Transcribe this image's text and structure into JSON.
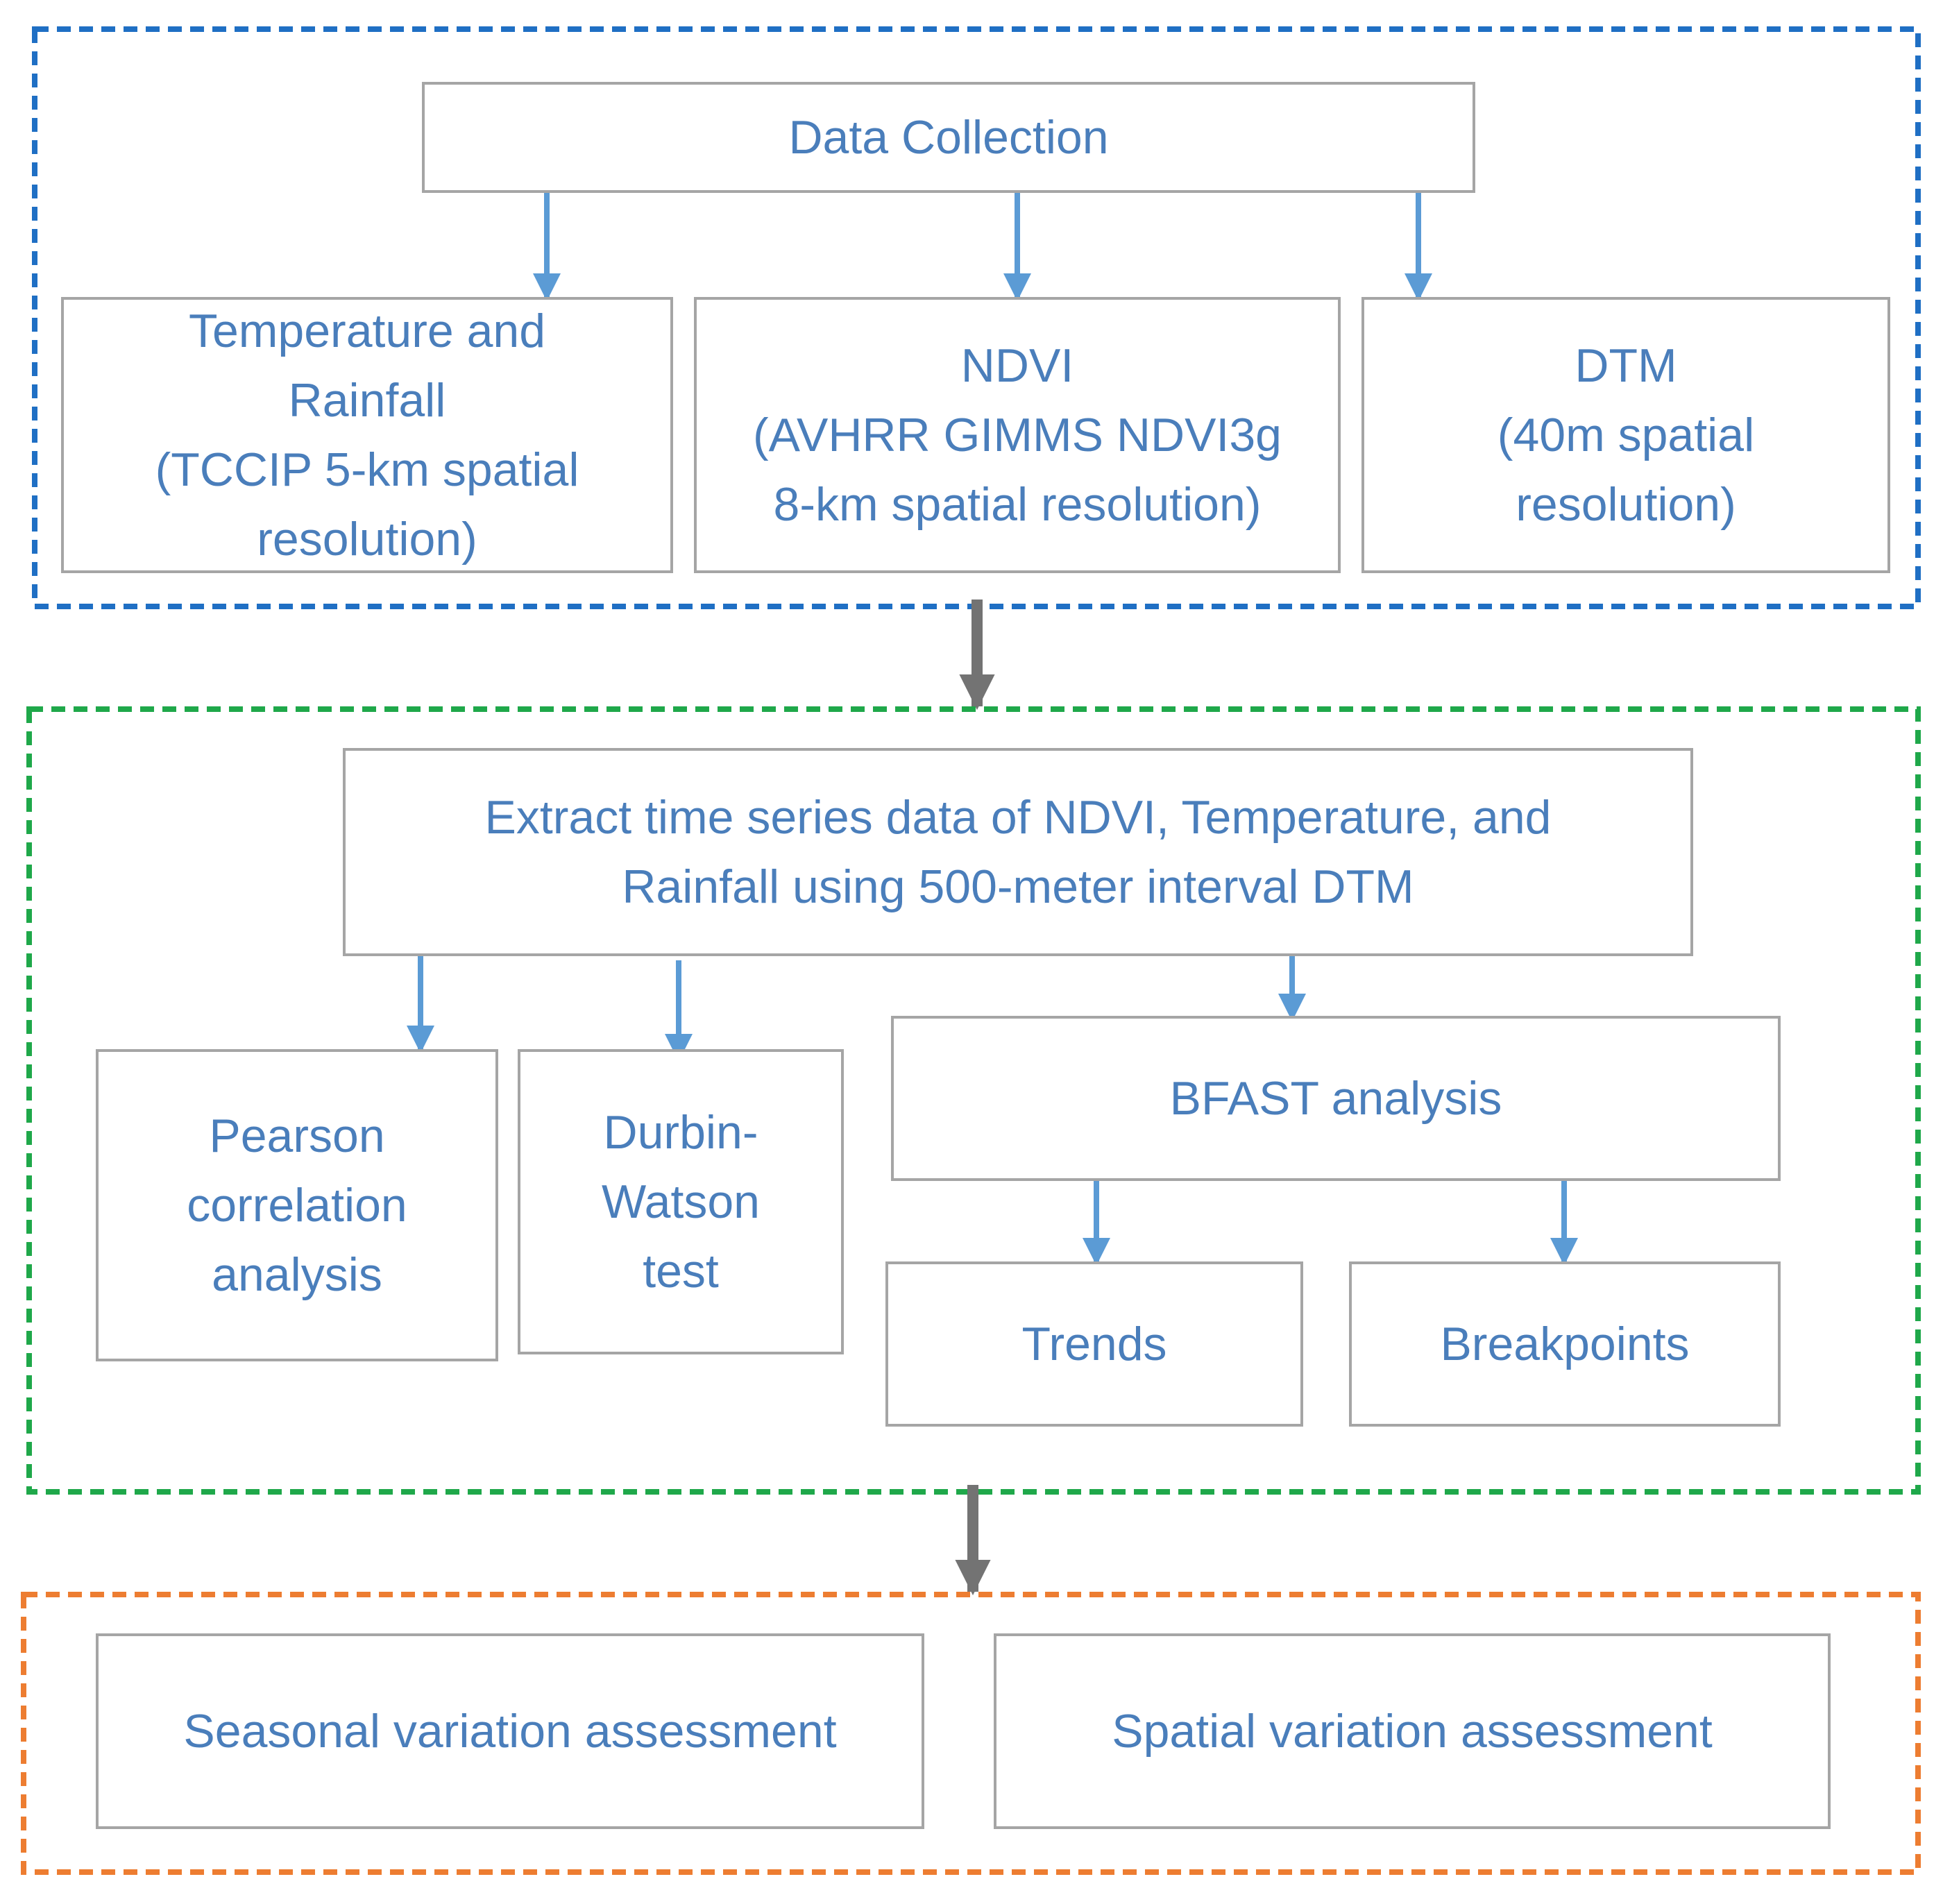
{
  "diagram": {
    "colors": {
      "blue_group": "#1f6fc4",
      "green_group": "#1fa84a",
      "orange_group": "#ed7d31",
      "node_border": "#a5a5a5",
      "node_text": "#4a7ebb",
      "small_arrow": "#5b9bd5",
      "big_arrow": "#737373"
    },
    "nodes": {
      "data_collection": "Data Collection",
      "temp_rainfall": "Temperature and\nRainfall\n(TCCIP 5-km spatial\nresolution)",
      "ndvi": "NDVI\n(AVHRR GIMMS NDVI3g\n8-km spatial resolution)",
      "dtm": "DTM\n(40m spatial\nresolution)",
      "extract": "Extract  time series data of NDVI, Temperature, and\nRainfall using 500-meter interval DTM",
      "pearson": "Pearson\ncorrelation\nanalysis",
      "durbin": "Durbin-\nWatson\ntest",
      "bfast": "BFAST analysis",
      "trends": "Trends",
      "breakpoints": "Breakpoints",
      "seasonal": "Seasonal variation assessment",
      "spatial": "Spatial variation assessment"
    }
  }
}
